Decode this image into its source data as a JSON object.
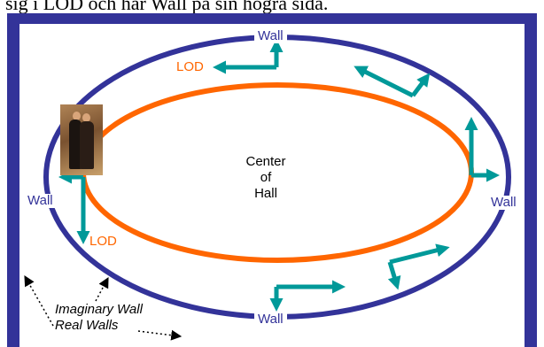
{
  "caption": "sig i LOD och har Wall på sin högra sida.",
  "labels": {
    "wall_top": "Wall",
    "wall_left": "Wall",
    "wall_right": "Wall",
    "wall_bottom": "Wall",
    "lod_top": "LOD",
    "lod_left": "LOD",
    "center_line1": "Center",
    "center_line2": "of",
    "center_line3": "Hall",
    "imaginary_wall": "Imaginary Wall",
    "real_walls": "Real Walls"
  },
  "colors": {
    "frame": "#333399",
    "outer_ellipse": "#333399",
    "inner_ellipse": "#ff6600",
    "arrows": "#009999",
    "pointer_lines": "#000000"
  }
}
